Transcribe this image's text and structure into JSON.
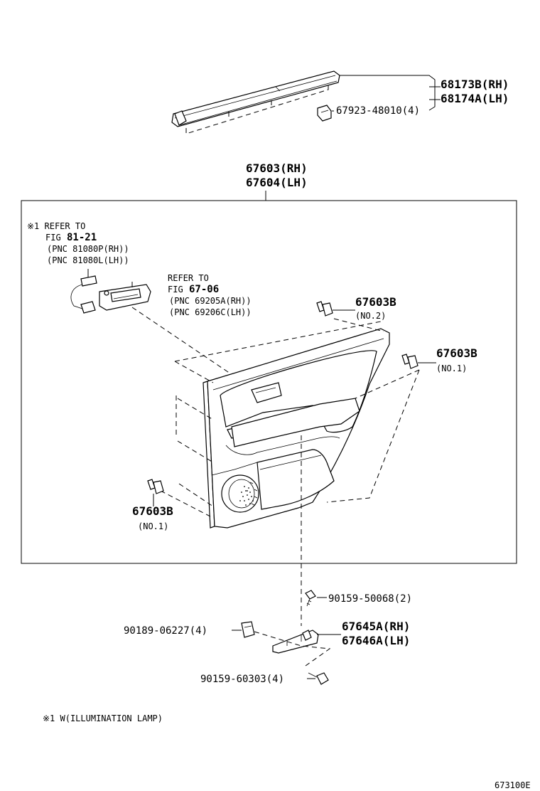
{
  "labels": {
    "belt_rh": "68173B(RH)",
    "belt_lh": "68174A(LH)",
    "belt_clip": "67923-48010(4)",
    "panel_rh": "67603(RH)",
    "panel_lh": "67604(LH)",
    "note1_l1": "※1 REFER TO",
    "note1_fig_prefix": "FIG",
    "note1_fig": "81-21",
    "note1_pnc1": "(PNC 81080P(RH))",
    "note1_pnc2": "(PNC 81080L(LH))",
    "note2_l1": "REFER TO",
    "note2_fig_prefix": "FIG",
    "note2_fig": "67-06",
    "note2_pnc1": "(PNC 69205A(RH))",
    "note2_pnc2": "(PNC 69206C(LH))",
    "clip_no2": "67603B",
    "clip_no2_sub": "(NO.2)",
    "clip_no1_right": "67603B",
    "clip_no1_right_sub": "(NO.1)",
    "clip_no1_left": "67603B",
    "clip_no1_left_sub": "(NO.1)",
    "screw_upper": "90159-50068(2)",
    "nut": "90189-06227(4)",
    "bracket_rh": "67645A(RH)",
    "bracket_lh": "67646A(LH)",
    "screw_lower": "90159-60303(4)",
    "footnote": "※1 W(ILLUMINATION LAMP)",
    "fig_code": "673100E"
  }
}
